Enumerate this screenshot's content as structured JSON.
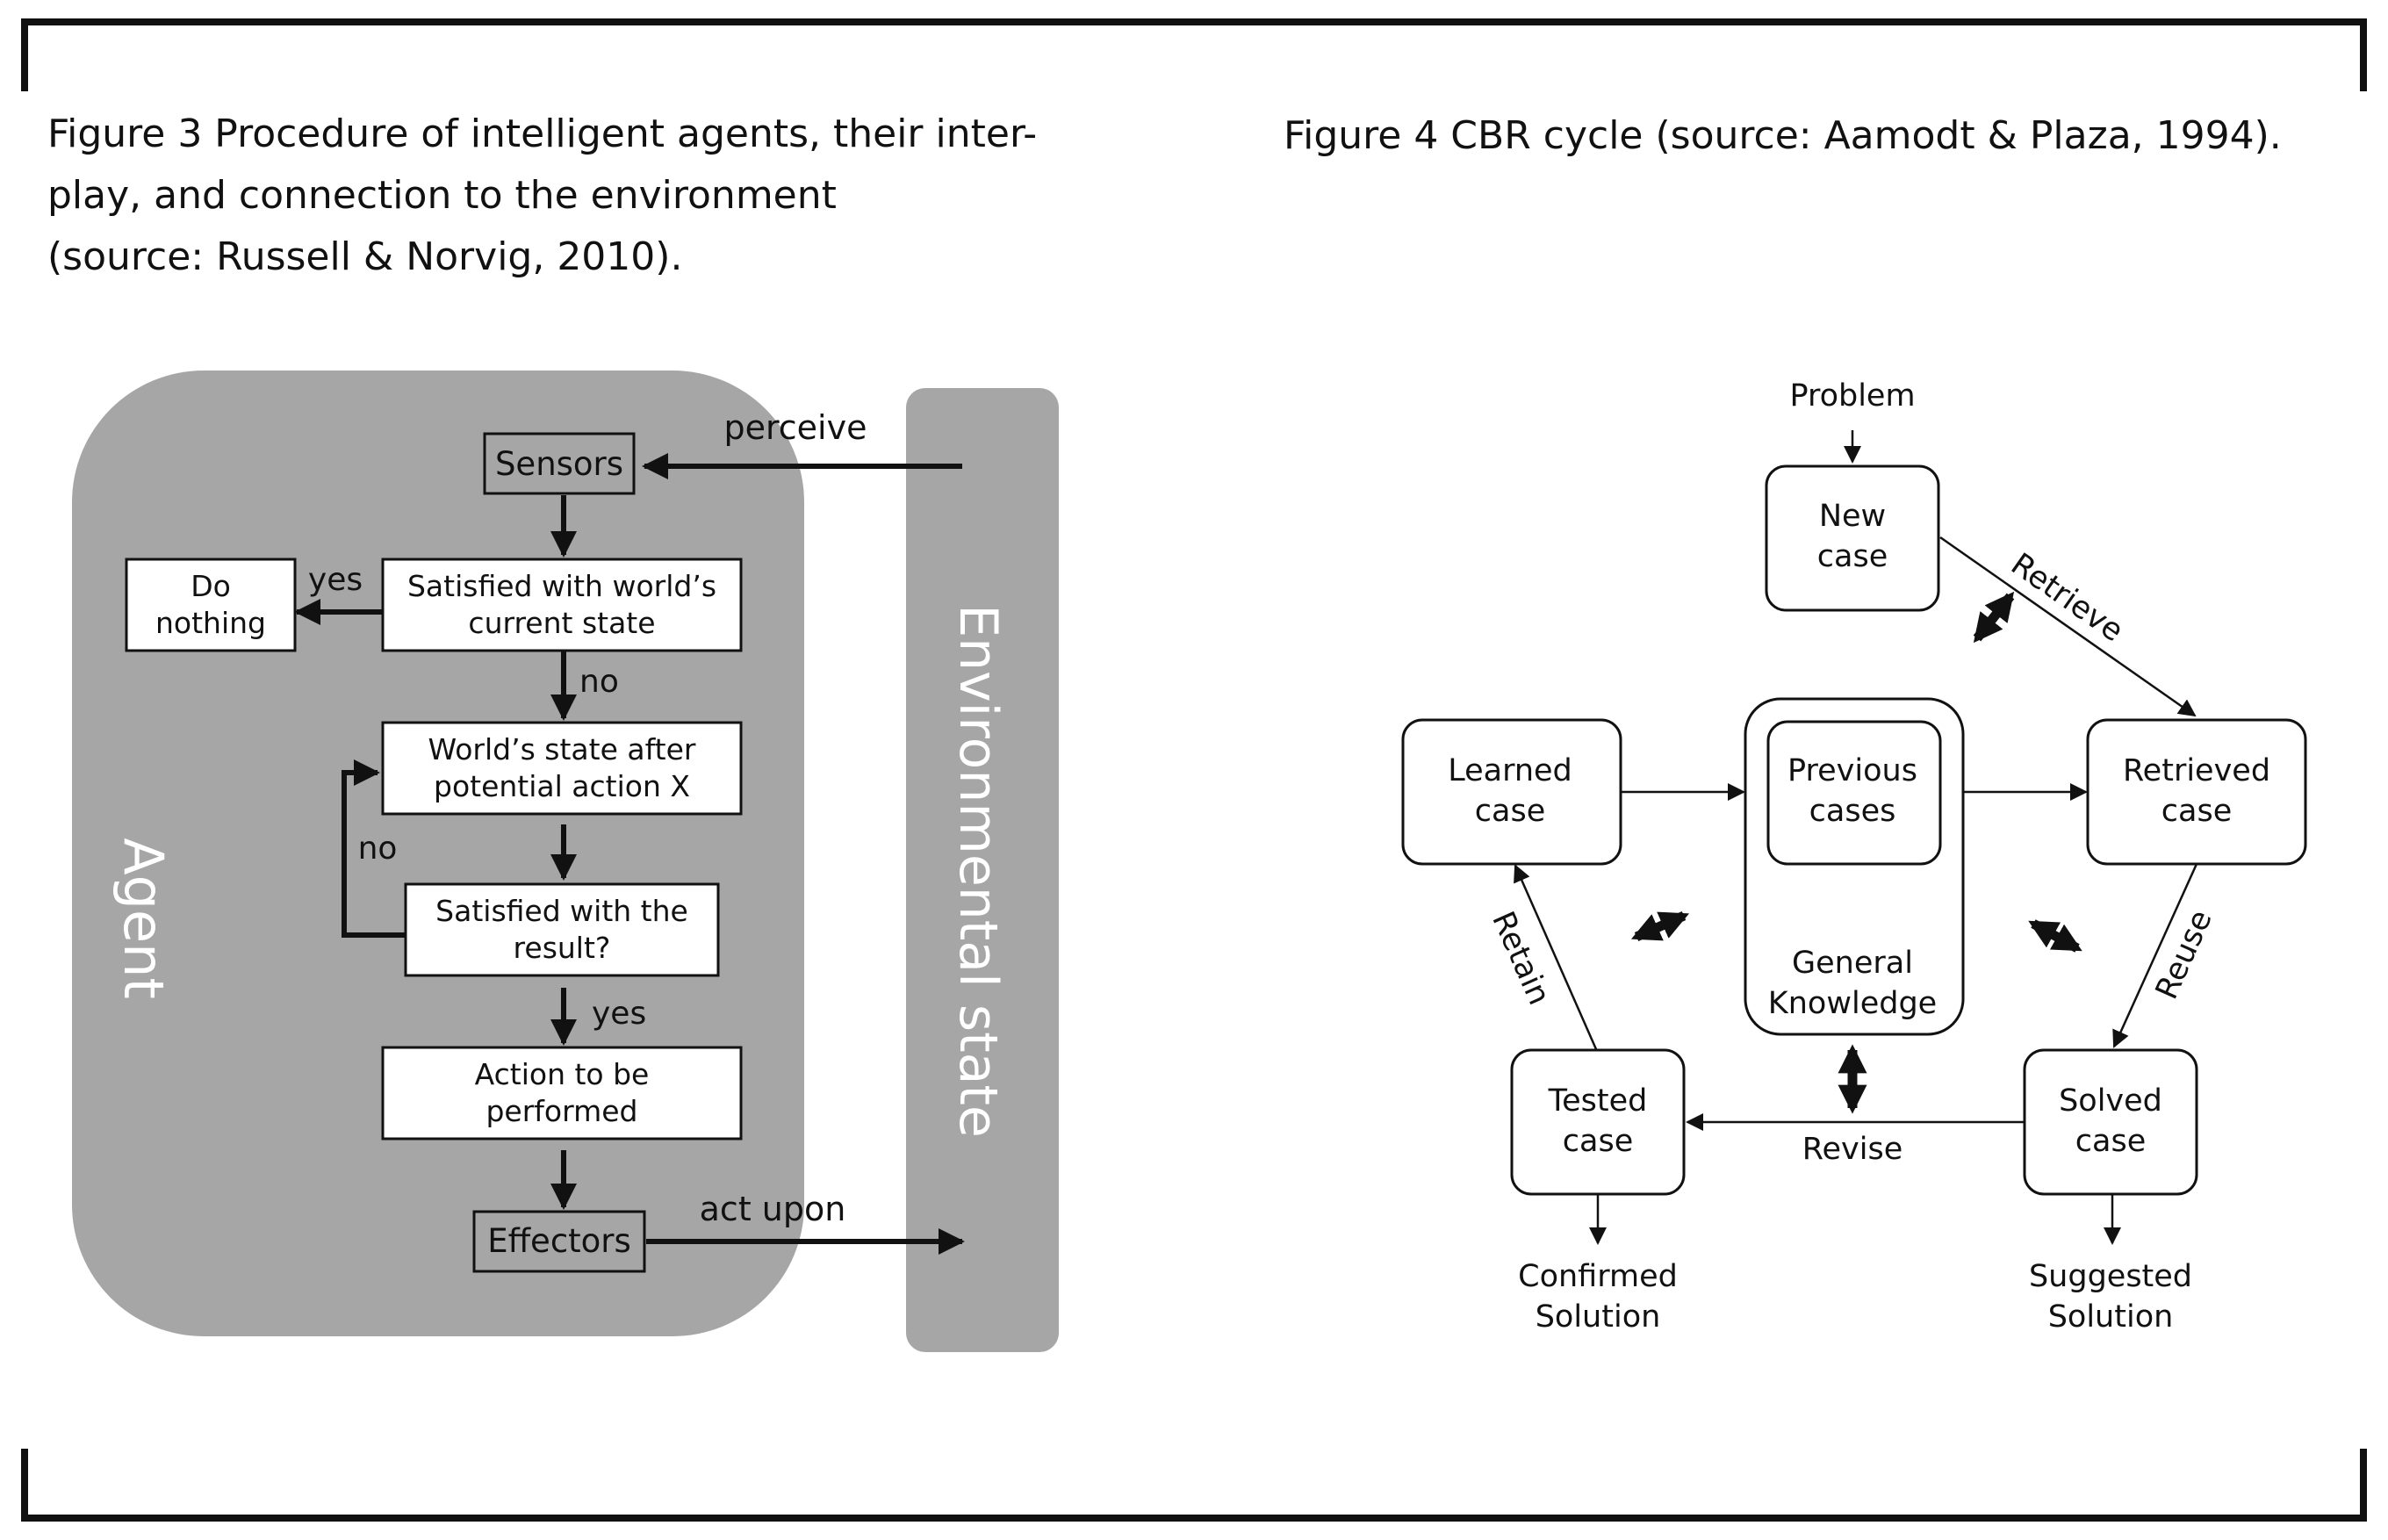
{
  "figure3": {
    "caption_lines": [
      "Figure 3 Procedure of intelligent agents, their inter-",
      "play, and connection to the environment",
      "(source: Russell & Norvig, 2010)."
    ],
    "agent_label": "Agent",
    "environment_label": "Environmental state",
    "perceive_label": "perceive",
    "act_upon_label": "act upon",
    "sensors": "Sensors",
    "satisfied_world": [
      "Satisfied with world’s",
      "current state"
    ],
    "do_nothing": [
      "Do",
      "nothing"
    ],
    "yes_1": "yes",
    "no_1": "no",
    "world_state_after": [
      "World’s state after",
      "potential action X"
    ],
    "no_2": "no",
    "satisfied_result": [
      "Satisfied with the",
      "result?"
    ],
    "yes_2": "yes",
    "action_performed": [
      "Action to be",
      "performed"
    ],
    "effectors": "Effectors"
  },
  "figure4": {
    "caption": "Figure 4 CBR cycle (source: Aamodt & Plaza, 1994).",
    "problem": "Problem",
    "new_case": [
      "New",
      "case"
    ],
    "retrieve": "Retrieve",
    "learned_case": [
      "Learned",
      "case"
    ],
    "previous_cases": [
      "Previous",
      "cases"
    ],
    "general_knowledge": [
      "General",
      "Knowledge"
    ],
    "retrieved_case": [
      "Retrieved",
      "case"
    ],
    "retain": "Retain",
    "reuse": "Reuse",
    "tested_case": [
      "Tested",
      "case"
    ],
    "solved_case": [
      "Solved",
      "case"
    ],
    "revise": "Revise",
    "confirmed_solution": [
      "Confirmed",
      "Solution"
    ],
    "suggested_solution": [
      "Suggested",
      "Solution"
    ]
  }
}
